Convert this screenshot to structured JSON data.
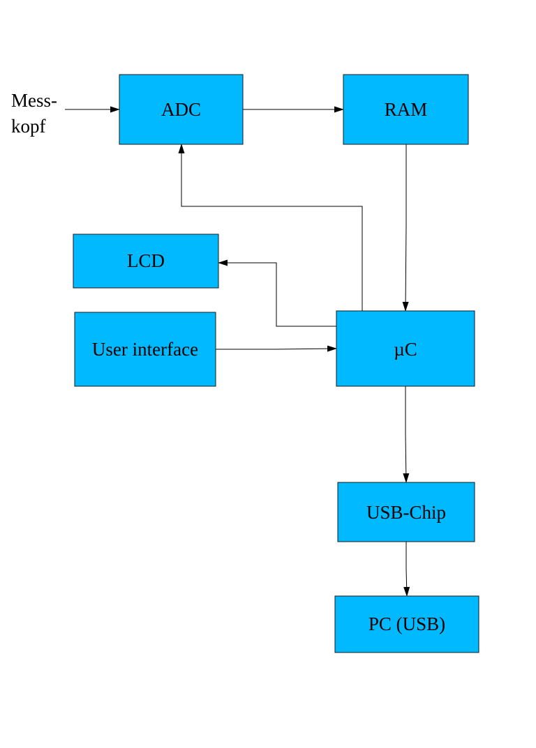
{
  "input": {
    "label_line1": "Mess-",
    "label_line2": "kopf"
  },
  "blocks": {
    "adc": "ADC",
    "ram": "RAM",
    "lcd": "LCD",
    "user_interface": "User interface",
    "uc": "µC",
    "usb_chip": "USB-Chip",
    "pc": "PC (USB)"
  },
  "colors": {
    "block_fill": "#00b9ff",
    "line": "#000000"
  }
}
